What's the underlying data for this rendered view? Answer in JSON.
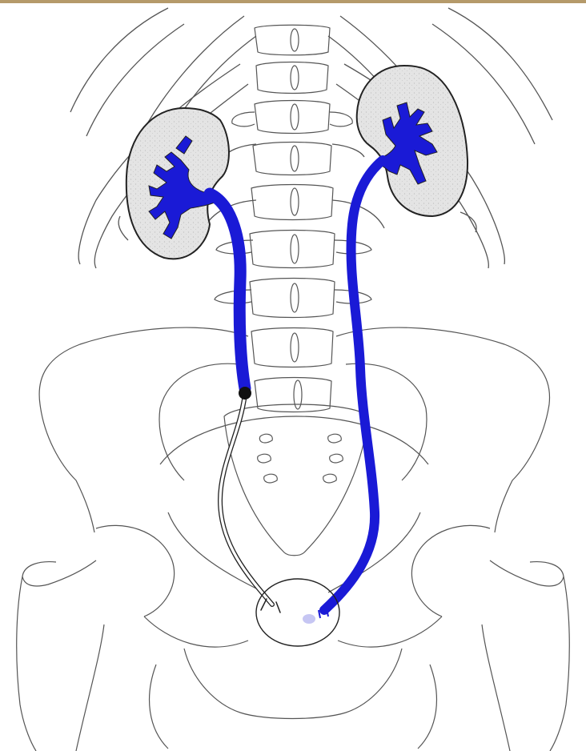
{
  "diagram": {
    "colors": {
      "background": "#ffffff",
      "outline": "#222222",
      "bone_line": "#555555",
      "urinary_tract": "#1a1ad6",
      "kidney_fill": "#e4e4e4",
      "obstruction": "#111111",
      "top_bar": "#b59a6a"
    },
    "structures": [
      "right-kidney",
      "left-kidney",
      "right-ureter",
      "left-ureter",
      "ureteral-obstruction",
      "bladder",
      "spine",
      "ribs",
      "pelvis",
      "femurs"
    ]
  }
}
